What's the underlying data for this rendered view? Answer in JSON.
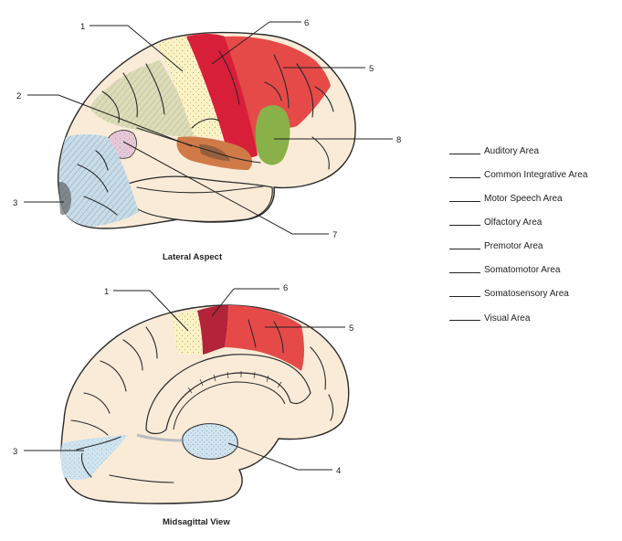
{
  "lateral": {
    "caption": "Lateral Aspect",
    "labels": {
      "n1": "1",
      "n2": "2",
      "n3": "3",
      "n5": "5",
      "n6": "6",
      "n7": "7",
      "n8": "8"
    }
  },
  "midsagittal": {
    "caption": "Midsagittal View",
    "labels": {
      "n1": "1",
      "n3": "3",
      "n4": "4",
      "n5": "5",
      "n6": "6"
    }
  },
  "answer_list": [
    "Auditory Area",
    "Common Integrative Area",
    "Motor Speech Area",
    "Olfactory Area",
    "Premotor Area",
    "Somatomotor Area",
    "Somatosensory Area",
    "Visual Area"
  ],
  "colors": {
    "brain_base": "#faebd8",
    "outline": "#2a2a2a",
    "somatosensory": "#fbf2c6",
    "somatomotor": "#d81f3a",
    "premotor": "#e64a48",
    "motor_speech": "#8ab04a",
    "auditory": "#d07a48",
    "olfactory": "#e8c8d8",
    "visual": "#c8dce8",
    "integrative": "#dcdcb8"
  }
}
